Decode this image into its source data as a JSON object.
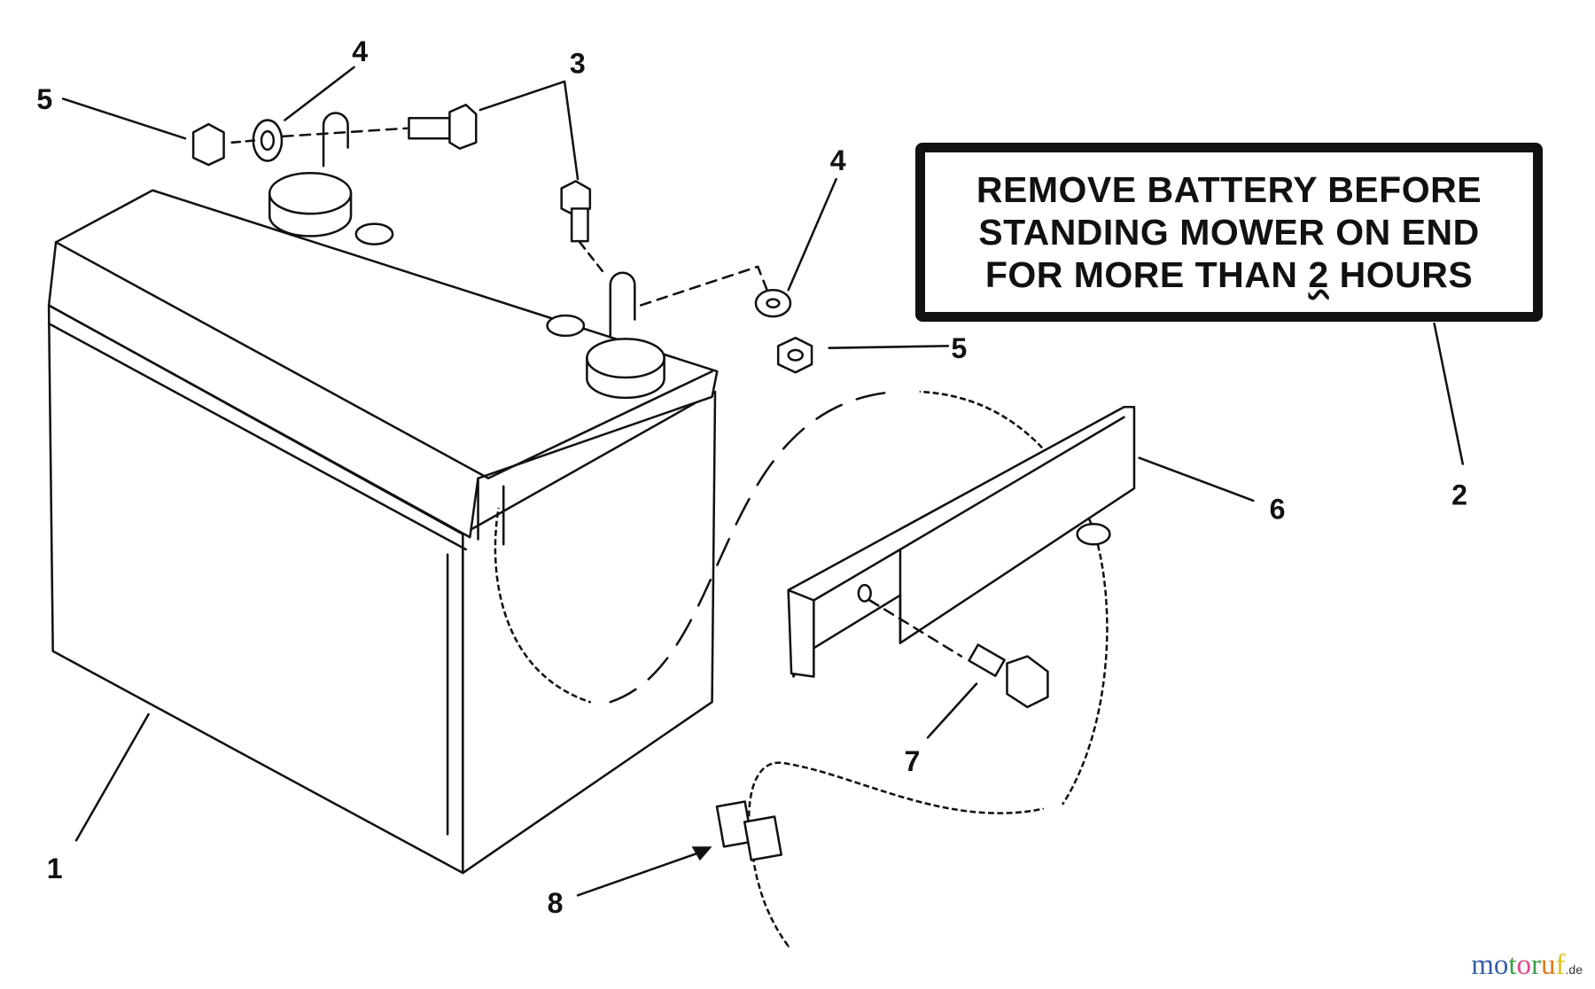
{
  "diagram": {
    "warning_label": {
      "line1": "REMOVE BATTERY BEFORE",
      "line2_a": "STANDING MOWER ON END",
      "line3_a": "FOR MORE THAN ",
      "line3_num": "2",
      "line3_b": " HOURS"
    },
    "callouts": {
      "battery": "1",
      "decal": "2",
      "bolt_top": "3",
      "washer_left": "4",
      "washer_right": "4",
      "nut_left": "5",
      "nut_right": "5",
      "bracket": "6",
      "bracket_bolt": "7",
      "cable": "8"
    }
  },
  "watermark": {
    "letters": [
      "m",
      "o",
      "t",
      "o",
      "r",
      "u",
      "f"
    ],
    "colors": [
      "#3a5da8",
      "#3a5da8",
      "#3aa04a",
      "#e0468a",
      "#3aa04a",
      "#e07a1a",
      "#e0c21a"
    ],
    "suffix": ".de"
  }
}
